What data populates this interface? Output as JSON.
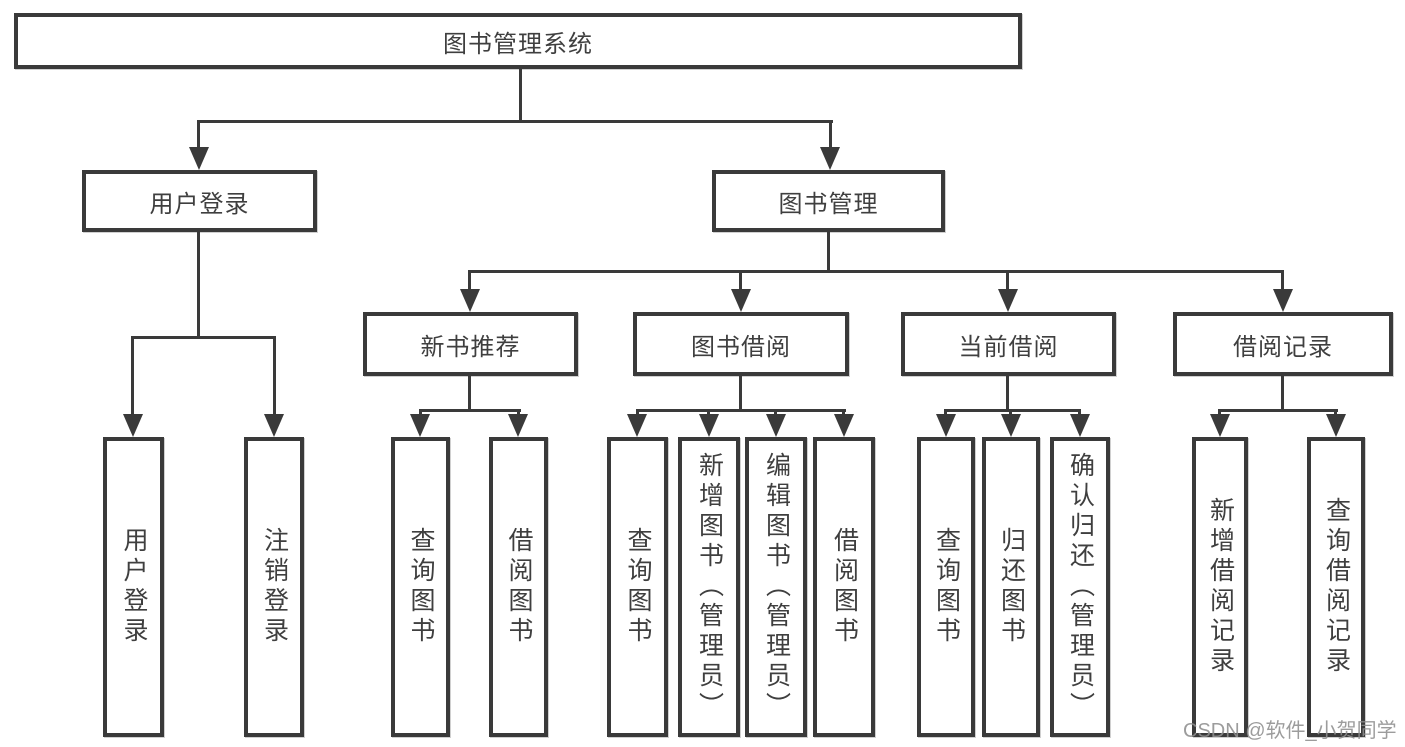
{
  "diagram": {
    "title": "图书管理系统",
    "nodes": {
      "root": "图书管理系统",
      "user_login": "用户登录",
      "book_mgmt": "图书管理",
      "new_book_rec": "新书推荐",
      "book_borrow": "图书借阅",
      "current_borrow": "当前借阅",
      "borrow_records": "借阅记录",
      "ul_login": "用户登录",
      "ul_logout": "注销登录",
      "nb_query": "查询图书",
      "nb_borrow": "借阅图书",
      "bb_query": "查询图书",
      "bb_add": "新增图书（管理员）",
      "bb_edit": "编辑图书（管理员）",
      "bb_borrow": "借阅图书",
      "cb_query": "查询图书",
      "cb_return": "归还图书",
      "cb_confirm": "确认归还（管理员）",
      "br_add": "新增借阅记录",
      "br_query": "查询借阅记录"
    },
    "structure": {
      "root": [
        "user_login",
        "book_mgmt"
      ],
      "user_login": [
        "ul_login",
        "ul_logout"
      ],
      "book_mgmt": [
        "new_book_rec",
        "book_borrow",
        "current_borrow",
        "borrow_records"
      ],
      "new_book_rec": [
        "nb_query",
        "nb_borrow"
      ],
      "book_borrow": [
        "bb_query",
        "bb_add",
        "bb_edit",
        "bb_borrow"
      ],
      "current_borrow": [
        "cb_query",
        "cb_return",
        "cb_confirm"
      ],
      "borrow_records": [
        "br_add",
        "br_query"
      ]
    }
  },
  "watermark": {
    "text": "CSDN @软件_小贺同学"
  },
  "colors": {
    "line": "#3a3a3a",
    "text": "#3f3f3f",
    "watermark": "#8f8f8f",
    "background": "#ffffff"
  }
}
